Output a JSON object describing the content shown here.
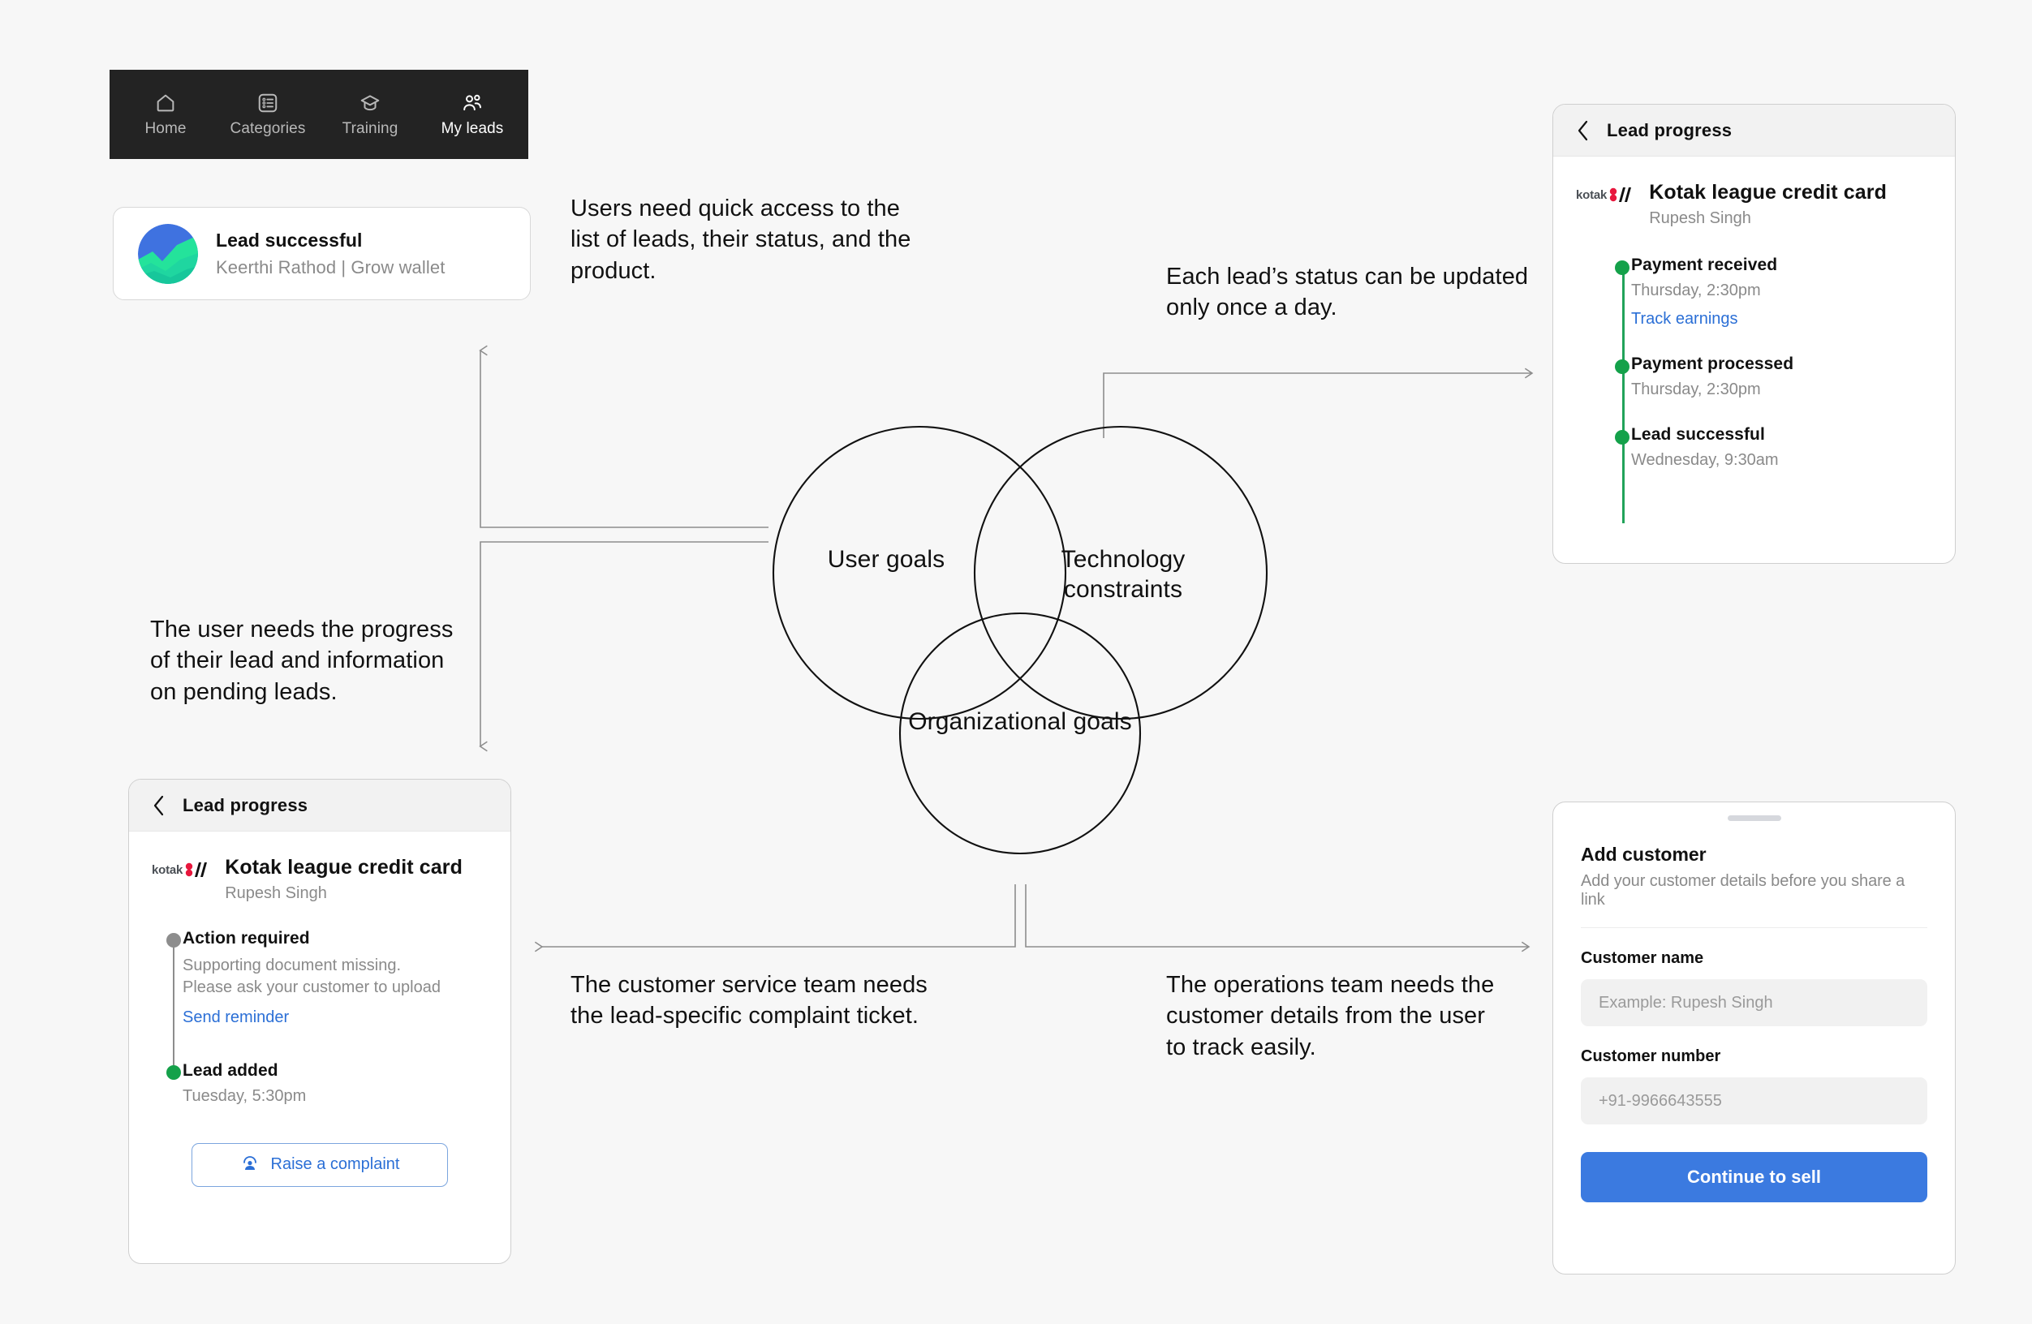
{
  "bottom_nav": {
    "items": [
      {
        "label": "Home",
        "icon": "home-icon",
        "active": false
      },
      {
        "label": "Categories",
        "icon": "list-icon",
        "active": false
      },
      {
        "label": "Training",
        "icon": "graduation-cap-icon",
        "active": false
      },
      {
        "label": "My leads",
        "icon": "people-icon",
        "active": true
      }
    ]
  },
  "lead_success_card": {
    "title": "Lead successful",
    "subtitle": "Keerthi Rathod | Grow wallet",
    "avatar_icon": "wave-chart-avatar"
  },
  "lead_progress_top_right": {
    "header_title": "Lead progress",
    "back_icon": "back-chevron-icon",
    "brand": "kotak",
    "product_title": "Kotak league credit card",
    "customer_name": "Rupesh Singh",
    "timeline": [
      {
        "status": "Payment received",
        "time": "Thursday, 2:30pm",
        "dot": "green",
        "link": "Track earnings"
      },
      {
        "status": "Payment processed",
        "time": "Thursday, 2:30pm",
        "dot": "green"
      },
      {
        "status": "Lead successful",
        "time": "Wednesday, 9:30am",
        "dot": "green"
      }
    ]
  },
  "lead_progress_bottom_left": {
    "header_title": "Lead progress",
    "back_icon": "back-chevron-icon",
    "brand": "kotak",
    "product_title": "Kotak league credit card",
    "customer_name": "Rupesh Singh",
    "timeline": [
      {
        "status": "Action required",
        "description": "Supporting document missing. Please ask your customer to upload",
        "dot": "grey",
        "link": "Send reminder"
      },
      {
        "status": "Lead added",
        "time": "Tuesday, 5:30pm",
        "dot": "green"
      }
    ],
    "complaint_button": {
      "label": "Raise a complaint",
      "icon": "support-agent-icon"
    }
  },
  "add_customer_sheet": {
    "title": "Add customer",
    "subtitle": "Add your customer details before you share a link",
    "fields": [
      {
        "label": "Customer name",
        "placeholder": "Example: Rupesh Singh"
      },
      {
        "label": "Customer number",
        "placeholder": "+91-9966643555"
      }
    ],
    "primary_button": "Continue to sell"
  },
  "venn": {
    "circles": [
      {
        "id": "user-goals",
        "label": "User\ngoals"
      },
      {
        "id": "technology-constraints",
        "label": "Technology\nconstraints"
      },
      {
        "id": "organizational-goals",
        "label": "Organizational\ngoals"
      }
    ],
    "label_user": "User goals",
    "label_tech": "Technology constraints",
    "label_org": "Organizational goals"
  },
  "annotations": {
    "users_need": "Users need quick access to the list of leads, their status, and the product.",
    "status_once_a_day": "Each lead’s status can be updated only once a day.",
    "progress_pending": "The user needs the progress of their lead and information on pending leads.",
    "customer_service": "The customer service team needs the lead-specific complaint ticket.",
    "operations_team": "The operations team needs the customer details from the user to track easily."
  },
  "colors": {
    "background": "#f7f7f7",
    "nav_bar": "#232323",
    "accent_blue": "#3b7ae0",
    "link_blue": "#2b6fd6",
    "timeline_green": "#14a14a",
    "timeline_grey": "#8d8d8d",
    "connector_grey": "#8d8d8d",
    "kotak_red": "#e8173d"
  }
}
